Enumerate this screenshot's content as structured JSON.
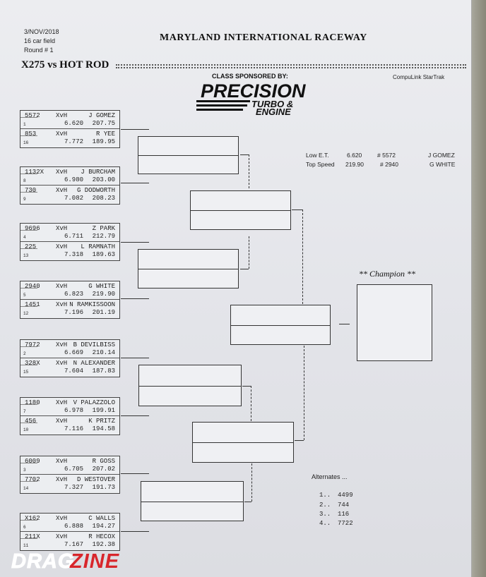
{
  "header": {
    "date": "3/NOV/2018",
    "field": "16 car field",
    "round": "Round # 1",
    "venue": "MARYLAND INTERNATIONAL RACEWAY",
    "class_title": "X275 vs HOT ROD",
    "sponsor_by": "CLASS SPONSORED BY:",
    "sponsor_line1": "PRECISION",
    "sponsor_line2": "TURBO &",
    "sponsor_line3": "ENGINE",
    "timing": "CompuLink StarTrak"
  },
  "entries": [
    {
      "top": {
        "car": "5572",
        "cls": "XvH",
        "driver": "J GOMEZ",
        "seed": "1",
        "et": "6.620",
        "mph": "207.75"
      },
      "bot": {
        "car": "853",
        "cls": "XvH",
        "driver": "R YEE",
        "seed": "16",
        "et": "7.772",
        "mph": "189.95"
      }
    },
    {
      "top": {
        "car": "1132X",
        "cls": "XvH",
        "driver": "J BURCHAM",
        "seed": "8",
        "et": "6.980",
        "mph": "203.00"
      },
      "bot": {
        "car": "730",
        "cls": "XvH",
        "driver": "G DODWORTH",
        "seed": "9",
        "et": "7.082",
        "mph": "208.23"
      }
    },
    {
      "top": {
        "car": "9696",
        "cls": "XvH",
        "driver": "Z PARK",
        "seed": "4",
        "et": "6.711",
        "mph": "212.79"
      },
      "bot": {
        "car": "225",
        "cls": "XvH",
        "driver": "L RAMNATH",
        "seed": "13",
        "et": "7.318",
        "mph": "189.63"
      }
    },
    {
      "top": {
        "car": "2940",
        "cls": "XvH",
        "driver": "G WHITE",
        "seed": "5",
        "et": "6.823",
        "mph": "219.90"
      },
      "bot": {
        "car": "1451",
        "cls": "XvH",
        "driver": "N RAMKISSOON",
        "seed": "12",
        "et": "7.196",
        "mph": "201.19"
      }
    },
    {
      "top": {
        "car": "7972",
        "cls": "XvH",
        "driver": "B DEVILBISS",
        "seed": "2",
        "et": "6.669",
        "mph": "210.14"
      },
      "bot": {
        "car": "328X",
        "cls": "XvH",
        "driver": "N ALEXANDER",
        "seed": "15",
        "et": "7.604",
        "mph": "187.83"
      }
    },
    {
      "top": {
        "car": "1180",
        "cls": "XvH",
        "driver": "V PALAZZOLO",
        "seed": "7",
        "et": "6.978",
        "mph": "199.91"
      },
      "bot": {
        "car": "456",
        "cls": "XvH",
        "driver": "K PRITZ",
        "seed": "10",
        "et": "7.116",
        "mph": "194.58"
      }
    },
    {
      "top": {
        "car": "6009",
        "cls": "XvH",
        "driver": "R GOSS",
        "seed": "3",
        "et": "6.705",
        "mph": "207.02"
      },
      "bot": {
        "car": "7702",
        "cls": "XvH",
        "driver": "D WESTOVER",
        "seed": "14",
        "et": "7.327",
        "mph": "191.73"
      }
    },
    {
      "top": {
        "car": "X162",
        "cls": "XvH",
        "driver": "C WALLS",
        "seed": "6",
        "et": "6.888",
        "mph": "194.27"
      },
      "bot": {
        "car": "211X",
        "cls": "XvH",
        "driver": "R HECOX",
        "seed": "11",
        "et": "7.167",
        "mph": "192.38"
      }
    }
  ],
  "stats": {
    "low_et": {
      "label": "Low  E.T.",
      "value": "6.620",
      "car": "# 5572",
      "driver": "J GOMEZ"
    },
    "top_speed": {
      "label": "Top Speed",
      "value": "219.90",
      "car": "# 2940",
      "driver": "G WHITE"
    }
  },
  "champion_label": "** Champion **",
  "alternates": {
    "label": "Alternates ...",
    "items": [
      {
        "n": "1..",
        "car": "4499"
      },
      {
        "n": "2..",
        "car": "744"
      },
      {
        "n": "3..",
        "car": "116"
      },
      {
        "n": "4..",
        "car": "7722"
      }
    ]
  },
  "watermark": "DRAGZINE",
  "colors": {
    "watermark_red": "#d8262b",
    "ink": "#222222",
    "paper": "#e8e9ee"
  }
}
